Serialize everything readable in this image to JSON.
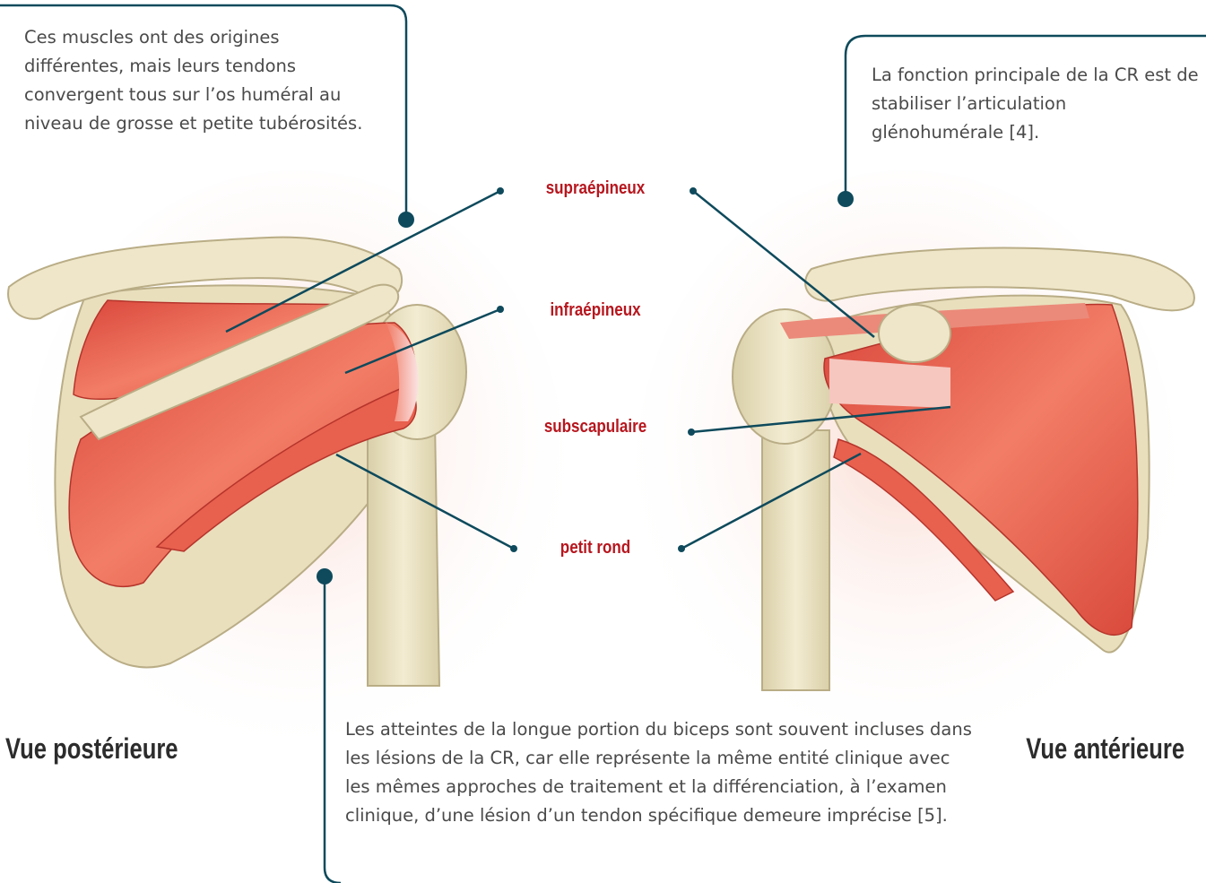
{
  "notes": {
    "top_left": "Ces muscles ont des origines différentes, mais leurs tendons convergent tous sur l’os huméral au niveau de grosse et petite tubérosités.",
    "top_right": "La fonction principale de la CR est de stabiliser l’articulation glénohumérale [4].",
    "bottom": "Les atteintes de la longue portion du biceps sont souvent incluses dans les lésions de la CR, car elle représente la même entité clinique avec les mêmes approches de traitement et la différenciation, à l’examen clinique, d’une lésion d’un tendon spécifique demeure imprécise [5]."
  },
  "muscles": {
    "supra": "supraépineux",
    "infra": "infraépineux",
    "subsc": "subscapulaire",
    "petit": "petit rond"
  },
  "views": {
    "posterior": "Vue postérieure",
    "anterior": "Vue antérieure"
  },
  "colors": {
    "leader_line": "#0e4a5c",
    "label_red": "#b7161e",
    "bone": "#ece3c4",
    "muscle": "#e0584a"
  }
}
